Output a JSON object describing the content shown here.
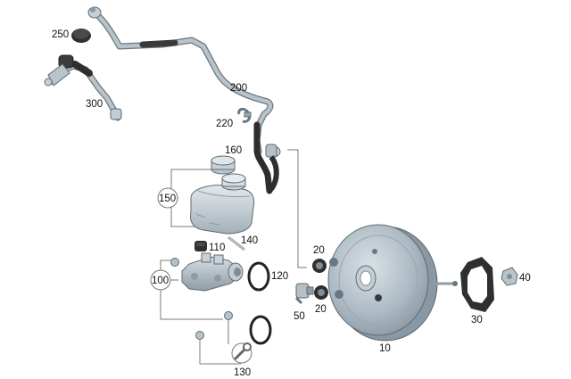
{
  "diagram": {
    "labels": {
      "p10": "10",
      "p20a": "20",
      "p20b": "20",
      "p30": "30",
      "p40": "40",
      "p50": "50",
      "p100": "100",
      "p110": "110",
      "p120": "120",
      "p130": "130",
      "p140": "140",
      "p150": "150",
      "p160": "160",
      "p200": "200",
      "p220": "220",
      "p250": "250",
      "p300": "300"
    },
    "colors": {
      "metal": "#a9b6bf",
      "metal_light": "#d3dbe0",
      "metal_dark": "#7f8d97",
      "rubber": "#2f2f2f",
      "outline": "#5f6a72"
    }
  }
}
